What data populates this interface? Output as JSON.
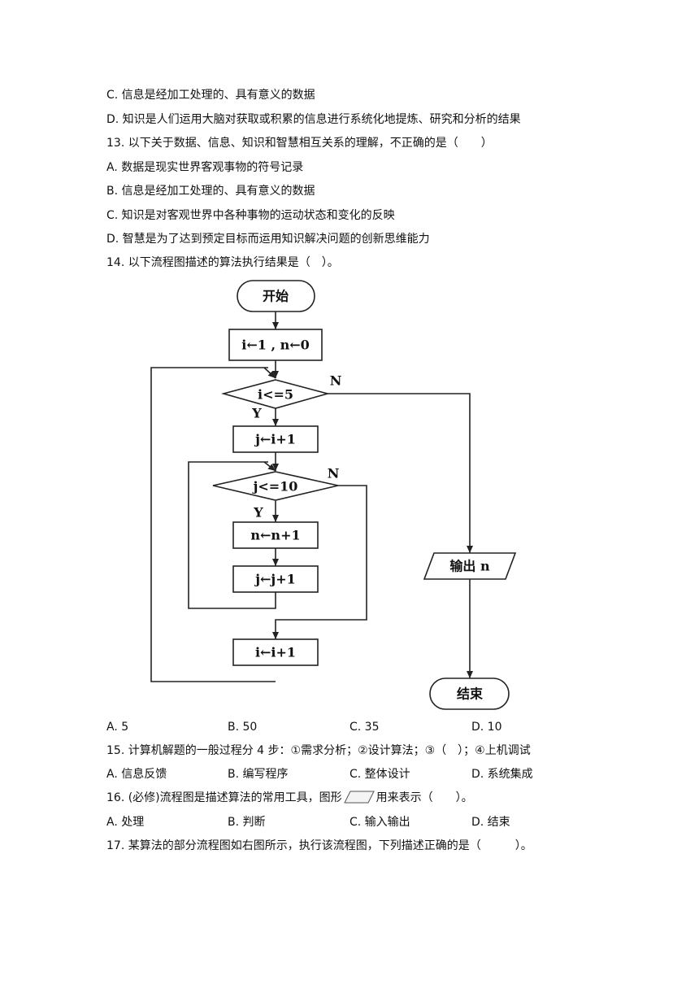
{
  "q12": {
    "option_c": "C. 信息是经加工处理的、具有意义的数据",
    "option_d": "D. 知识是人们运用大脑对获取或积累的信息进行系统化地提炼、研究和分析的结果"
  },
  "q13": {
    "stem": "13. 以下关于数据、信息、知识和智慧相互关系的理解，不正确的是（　　）",
    "option_a": "A. 数据是现实世界客观事物的符号记录",
    "option_b": "B. 信息是经加工处理的、具有意义的数据",
    "option_c": "C. 知识是对客观世界中各种事物的运动状态和变化的反映",
    "option_d": "D. 智慧是为了达到预定目标而运用知识解决问题的创新思维能力"
  },
  "q14": {
    "stem": "14. 以下流程图描述的算法执行结果是（　）。",
    "options": [
      "A. 5",
      "B. 50",
      "C. 35",
      "D. 10"
    ],
    "flowchart": {
      "start": "开始",
      "init": "i←1 , n←0",
      "outer_cond": "i<=5",
      "outer_no": "N",
      "outer_yes": "Y",
      "set_j": "j←i+1",
      "inner_cond": "j<=10",
      "inner_no": "N",
      "inner_yes": "Y",
      "inc_n": "n←n+1",
      "inc_j": "j←j+1",
      "inc_i": "i←i+1",
      "output": "输出 n",
      "end": "结束"
    }
  },
  "q15": {
    "stem": "15. 计算机解题的一般过程分 4 步：①需求分析；②设计算法；③（　）；④上机调试",
    "options": [
      "A. 信息反馈",
      "B. 编写程序",
      "C. 整体设计",
      "D. 系统集成"
    ]
  },
  "q16": {
    "stem_before": "16. (必修)流程图是描述算法的常用工具，图形",
    "stem_after": "用来表示（　　）。",
    "icon": "parallelogram-icon",
    "options": [
      "A. 处理",
      "B. 判断",
      "C. 输入输出",
      "D. 结束"
    ]
  },
  "q17": {
    "stem": "17. 某算法的部分流程图如右图所示，执行该流程图，下列描述正确的是（　　　）。"
  }
}
